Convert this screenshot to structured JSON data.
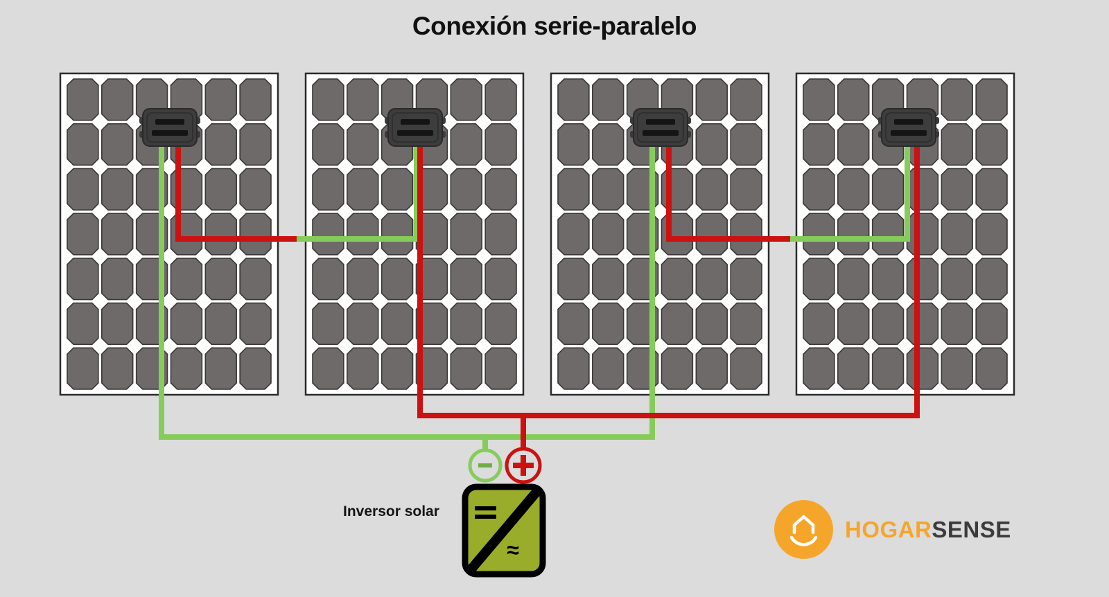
{
  "diagram": {
    "title": "Conexión serie-paralelo",
    "background_color": "#dcdcdc",
    "inverter_label": "Inversor solar",
    "inverter": {
      "body_color": "#9aad2a",
      "border_color": "#000000",
      "dc_symbol": "=",
      "ac_symbol": "≈"
    },
    "terminals": [
      {
        "name": "negative",
        "symbol": "−",
        "color": "#79bf4d"
      },
      {
        "name": "positive",
        "symbol": "+",
        "color": "#cc1111"
      }
    ],
    "wires": {
      "positive_color": "#cc1111",
      "negative_color": "#86cc5a",
      "description_series_links": 2,
      "description_parallel_strings": 2
    },
    "panels": [
      {
        "index": 1,
        "cells_columns": 6,
        "cells_rows": 7,
        "cell_color": "#6e6a6a",
        "frame_color": "#ffffff",
        "junction_box": "junction-box"
      },
      {
        "index": 2,
        "cells_columns": 6,
        "cells_rows": 7,
        "cell_color": "#6e6a6a",
        "frame_color": "#ffffff",
        "junction_box": "junction-box"
      },
      {
        "index": 3,
        "cells_columns": 6,
        "cells_rows": 7,
        "cell_color": "#6e6a6a",
        "frame_color": "#ffffff",
        "junction_box": "junction-box"
      },
      {
        "index": 4,
        "cells_columns": 6,
        "cells_rows": 7,
        "cell_color": "#6e6a6a",
        "frame_color": "#ffffff",
        "junction_box": "junction-box"
      }
    ]
  },
  "brand": {
    "name_part1": "HOGAR",
    "name_part2": "SENSE",
    "accent_color": "#f5a62a",
    "text_color": "#3b3b3b"
  }
}
